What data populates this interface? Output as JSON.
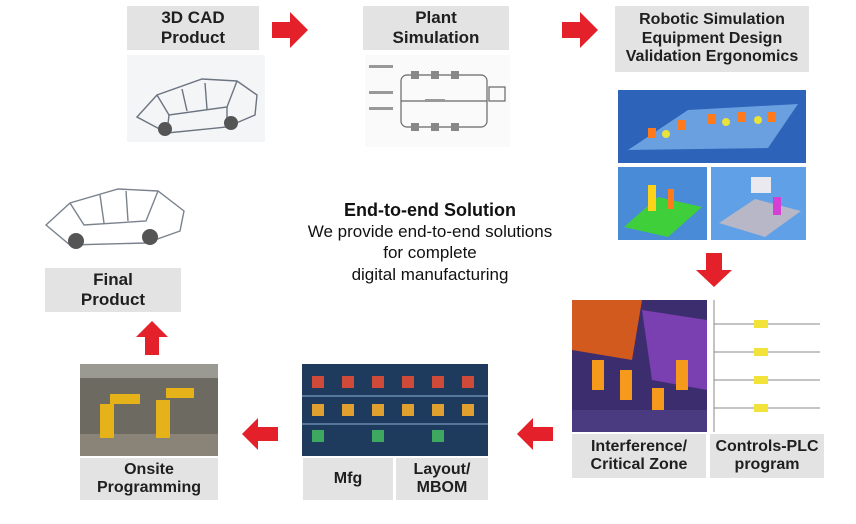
{
  "steps": {
    "cad": {
      "line1": "3D CAD",
      "line2": "Product"
    },
    "plant": {
      "line1": "Plant",
      "line2": "Simulation"
    },
    "robotic": {
      "line1": "Robotic Simulation",
      "line2": "Equipment Design",
      "line3": "Validation Ergonomics"
    },
    "interference": {
      "line1": "Interference/",
      "line2": "Critical Zone"
    },
    "plc": {
      "line1": "Controls-PLC",
      "line2": "program"
    },
    "mfg": {
      "line1": "Mfg"
    },
    "layout": {
      "line1": "Layout/",
      "line2": "MBOM"
    },
    "onsite": {
      "line1": "Onsite",
      "line2": "Programming"
    },
    "final": {
      "line1": "Final",
      "line2": "Product"
    }
  },
  "center": {
    "title": "End-to-end Solution",
    "line1": "We provide end-to-end solutions",
    "line2": "for complete",
    "line3": "digital manufacturing"
  },
  "colors": {
    "arrow": "#e4202a",
    "label_bg": "#e3e3e3",
    "dark_panel": "#1e3a5c"
  }
}
